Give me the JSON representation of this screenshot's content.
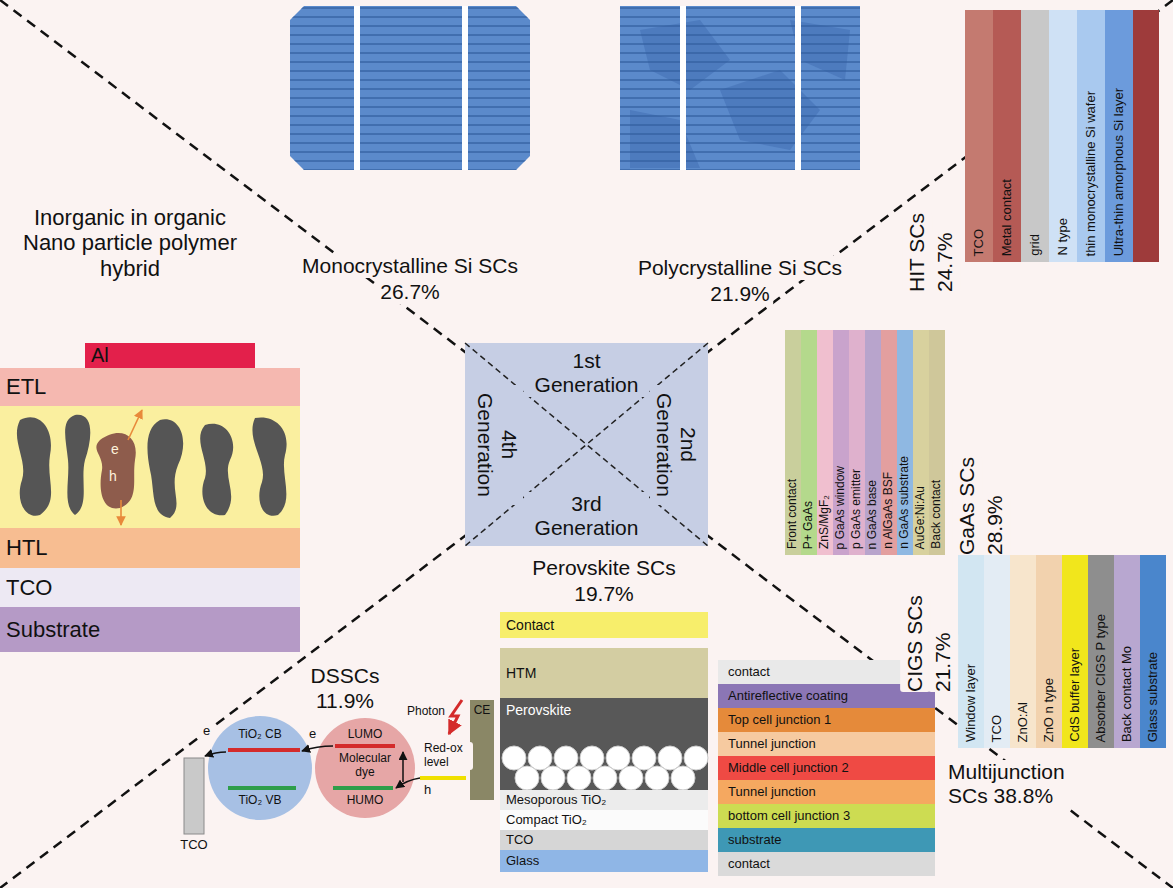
{
  "diagram": {
    "nodes": [
      {
        "text": [
          "Al"
        ]
      },
      {
        "text": [
          "ETL"
        ]
      },
      {
        "text": [
          "HTL"
        ]
      },
      {
        "text": [
          "TCO"
        ]
      },
      {
        "text": [
          "Substrate"
        ]
      },
      {
        "text": [
          "1st Generation",
          "2nd Generation",
          "3rd Generation",
          "4th Generation"
        ]
      },
      {
        "text": [
          "TCO"
        ]
      },
      {
        "text": [
          "Metal contact"
        ]
      },
      {
        "text": [
          "grid"
        ]
      },
      {
        "text": [
          "N type"
        ]
      },
      {
        "text": [
          "thin monocrystalline Si wafer"
        ]
      },
      {
        "text": [
          "Ultra-thin amorphous Si layer"
        ]
      },
      {
        "text": [
          "Front contact"
        ]
      },
      {
        "text": [
          "P+ GaAs"
        ]
      },
      {
        "text": [
          "ZnS/MgF₂"
        ]
      },
      {
        "text": [
          "p GaAs window"
        ]
      },
      {
        "text": [
          "p GaAs emitter"
        ]
      },
      {
        "text": [
          "n GaAs base"
        ]
      },
      {
        "text": [
          "n AlGaAs BSF"
        ]
      },
      {
        "text": [
          "n GaAs substrate"
        ]
      },
      {
        "text": [
          "AuGe:Ni:Au"
        ]
      },
      {
        "text": [
          "Back contact"
        ]
      },
      {
        "text": [
          "Window layer"
        ]
      },
      {
        "text": [
          "TCO"
        ]
      },
      {
        "text": [
          "ZnO:Al"
        ]
      },
      {
        "text": [
          "ZnO n type"
        ]
      },
      {
        "text": [
          "CdS buffer layer"
        ]
      },
      {
        "text": [
          "Absorber CIGS P type"
        ]
      },
      {
        "text": [
          "Back contact Mo"
        ]
      },
      {
        "text": [
          "Glass substrate"
        ]
      },
      {
        "text": [
          "TiO₂ CB",
          "TiO₂ VB"
        ]
      },
      {
        "text": [
          "LUMO",
          "Molecular dye",
          "HUMO"
        ]
      },
      {
        "text": [
          "CE"
        ]
      },
      {
        "text": [
          "Contact"
        ]
      },
      {
        "text": [
          "HTM"
        ]
      },
      {
        "text": [
          "Perovskite"
        ]
      },
      {
        "text": [
          "Mesoporous TiO₂"
        ]
      },
      {
        "text": [
          "Compact TiO₂"
        ]
      },
      {
        "text": [
          "TCO"
        ]
      },
      {
        "text": [
          "Glass"
        ]
      },
      {
        "text": [
          "contact"
        ]
      },
      {
        "text": [
          "Antireflective coating"
        ]
      },
      {
        "text": [
          "Top cell junction 1"
        ]
      },
      {
        "text": [
          "Tunnel junction"
        ]
      },
      {
        "text": [
          "Middle cell junction 2"
        ]
      },
      {
        "text": [
          "Tunnel junction"
        ]
      },
      {
        "text": [
          "bottom cell junction 3"
        ]
      },
      {
        "text": [
          "substrate"
        ]
      },
      {
        "text": [
          "contact"
        ]
      }
    ],
    "labels": [
      "Monocrystalline Si SCs",
      "26.7%",
      "Polycrystalline Si SCs",
      "21.9%",
      "Inorganic in organic Nano particle polymer hybrid",
      "e",
      "h",
      "HIT SCs",
      "24.7%",
      "GaAs SCs",
      "28.9%",
      "CIGS SCs",
      "21.7%",
      "Perovskite SCs",
      "19.7%",
      "DSSCs",
      "11.9%",
      "TCO",
      "e",
      "e",
      "Photon",
      "Red-ox level",
      "h",
      "Multijunction SCs 38.8%"
    ]
  }
}
